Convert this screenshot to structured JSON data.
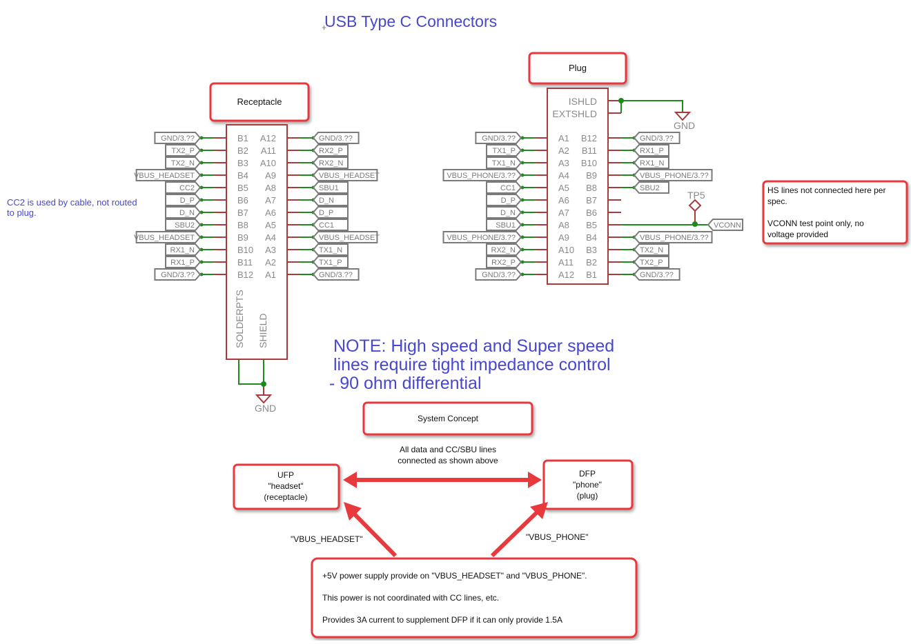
{
  "title": "USB Type C Connectors",
  "side_note": [
    "CC2 is used by cable, not routed",
    "to plug."
  ],
  "note": [
    "NOTE:  High speed and Super speed",
    "lines require tight impedance control",
    "- 90 ohm differential"
  ],
  "receptacle": {
    "label": "Receptacle",
    "left_pins": [
      {
        "pin": "B1",
        "net": "GND/3.??"
      },
      {
        "pin": "B2",
        "net": "TX2_P"
      },
      {
        "pin": "B3",
        "net": "TX2_N"
      },
      {
        "pin": "B4",
        "net": "VBUS_HEADSET"
      },
      {
        "pin": "B5",
        "net": "CC2"
      },
      {
        "pin": "B6",
        "net": "D_P"
      },
      {
        "pin": "B7",
        "net": "D_N"
      },
      {
        "pin": "B8",
        "net": "SBU2"
      },
      {
        "pin": "B9",
        "net": "VBUS_HEADSET"
      },
      {
        "pin": "B10",
        "net": "RX1_N"
      },
      {
        "pin": "B11",
        "net": "RX1_P"
      },
      {
        "pin": "B12",
        "net": "GND/3.??"
      }
    ],
    "right_pins": [
      {
        "pin": "A12",
        "net": "GND/3.??"
      },
      {
        "pin": "A11",
        "net": "RX2_P"
      },
      {
        "pin": "A10",
        "net": "RX2_N"
      },
      {
        "pin": "A9",
        "net": "VBUS_HEADSET"
      },
      {
        "pin": "A8",
        "net": "SBU1"
      },
      {
        "pin": "A7",
        "net": "D_N"
      },
      {
        "pin": "A6",
        "net": "D_P"
      },
      {
        "pin": "A5",
        "net": "CC1"
      },
      {
        "pin": "A4",
        "net": "VBUS_HEADSET"
      },
      {
        "pin": "A3",
        "net": "TX1_N"
      },
      {
        "pin": "A2",
        "net": "TX1_P"
      },
      {
        "pin": "A1",
        "net": "GND/3.??"
      }
    ],
    "vertical_pins": [
      "SOLDERPTS",
      "SHIELD"
    ],
    "gnd": "GND"
  },
  "plug": {
    "label": "Plug",
    "shield_pins": [
      "ISHLD",
      "EXTSHLD"
    ],
    "gnd": "GND",
    "left_pins": [
      {
        "pin": "A1",
        "net": "GND/3.??"
      },
      {
        "pin": "A2",
        "net": "TX1_P"
      },
      {
        "pin": "A3",
        "net": "TX1_N"
      },
      {
        "pin": "A4",
        "net": "VBUS_PHONE/3.??"
      },
      {
        "pin": "A5",
        "net": "CC1"
      },
      {
        "pin": "A6",
        "net": "D_P"
      },
      {
        "pin": "A7",
        "net": "D_N"
      },
      {
        "pin": "A8",
        "net": "SBU1"
      },
      {
        "pin": "A9",
        "net": "VBUS_PHONE/3.??"
      },
      {
        "pin": "A10",
        "net": "RX2_N"
      },
      {
        "pin": "A11",
        "net": "RX2_P"
      },
      {
        "pin": "A12",
        "net": "GND/3.??"
      }
    ],
    "right_pins": [
      {
        "pin": "B12",
        "net": "GND/3.??"
      },
      {
        "pin": "B11",
        "net": "RX1_P"
      },
      {
        "pin": "B10",
        "net": "RX1_N"
      },
      {
        "pin": "B9",
        "net": "VBUS_PHONE/3.??"
      },
      {
        "pin": "B8",
        "net": "SBU2"
      },
      {
        "pin": "B7",
        "net": ""
      },
      {
        "pin": "B6",
        "net": ""
      },
      {
        "pin": "B5",
        "net": "VCONN"
      },
      {
        "pin": "B4",
        "net": "VBUS_PHONE/3.??"
      },
      {
        "pin": "B3",
        "net": "TX2_N"
      },
      {
        "pin": "B2",
        "net": "TX2_P"
      },
      {
        "pin": "B1",
        "net": "GND/3.??"
      }
    ],
    "testpoint": "TP5"
  },
  "hs_note": [
    "HS lines not connected here per",
    "spec.",
    "",
    "VCONN test point only, no",
    "voltage provided"
  ],
  "system_concept": {
    "label": "System Concept",
    "link_text": [
      "All data and CC/SBU lines",
      "connected as shown above"
    ],
    "ufp": [
      "UFP",
      "\"headset\"",
      "(receptacle)"
    ],
    "dfp": [
      "DFP",
      "\"phone\"",
      "(plug)"
    ],
    "vbus_headset": "\"VBUS_HEADSET\"",
    "vbus_phone": "\"VBUS_PHONE\"",
    "power_note": [
      "+5V power supply provide on \"VBUS_HEADSET\" and \"VBUS_PHONE\".",
      "This power is not coordinated with CC lines, etc.",
      "Provides 3A current to supplement DFP if it can only provide 1.5A"
    ]
  },
  "colors": {
    "symbol": "#a83a3a",
    "wire": "#1e8a1e",
    "net": "#7a7a7a",
    "sheet_text": "#4747cf",
    "callout": "#e8393c"
  }
}
